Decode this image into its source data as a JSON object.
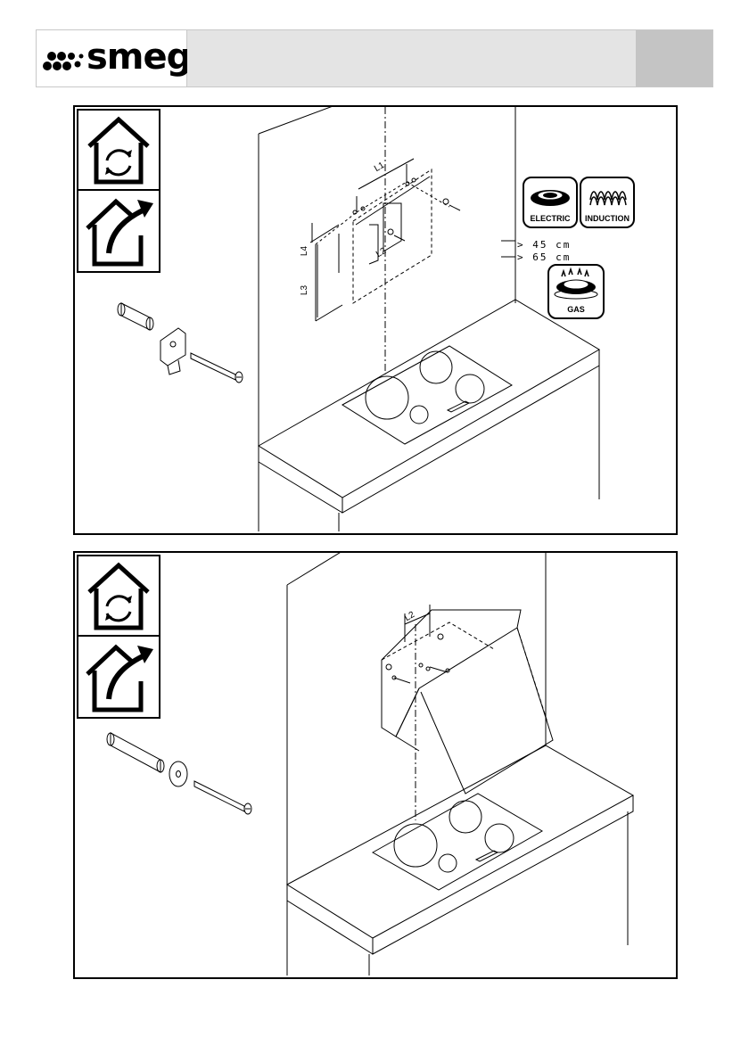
{
  "brand": {
    "name": "smeg"
  },
  "figure_top": {
    "icons": [
      "recirculation-house-icon",
      "extraction-house-icon"
    ],
    "cooktops": {
      "electric_label": "ELECTRIC",
      "induction_label": "INDUCTION",
      "gas_label": "GAS"
    },
    "distances": {
      "electric_induction": "> 45 cm",
      "gas": "> 65 cm"
    },
    "dimensions": {
      "l1": "L1",
      "l2": "L2",
      "l3": "L3",
      "l4": "L4"
    },
    "hardware": [
      "wall-plug",
      "mounting-bracket",
      "screw"
    ]
  },
  "figure_bottom": {
    "icons": [
      "recirculation-house-icon",
      "extraction-house-icon"
    ],
    "dimensions": {
      "l2": "L2"
    },
    "hardware": [
      "wall-plug",
      "washer",
      "screw"
    ]
  }
}
